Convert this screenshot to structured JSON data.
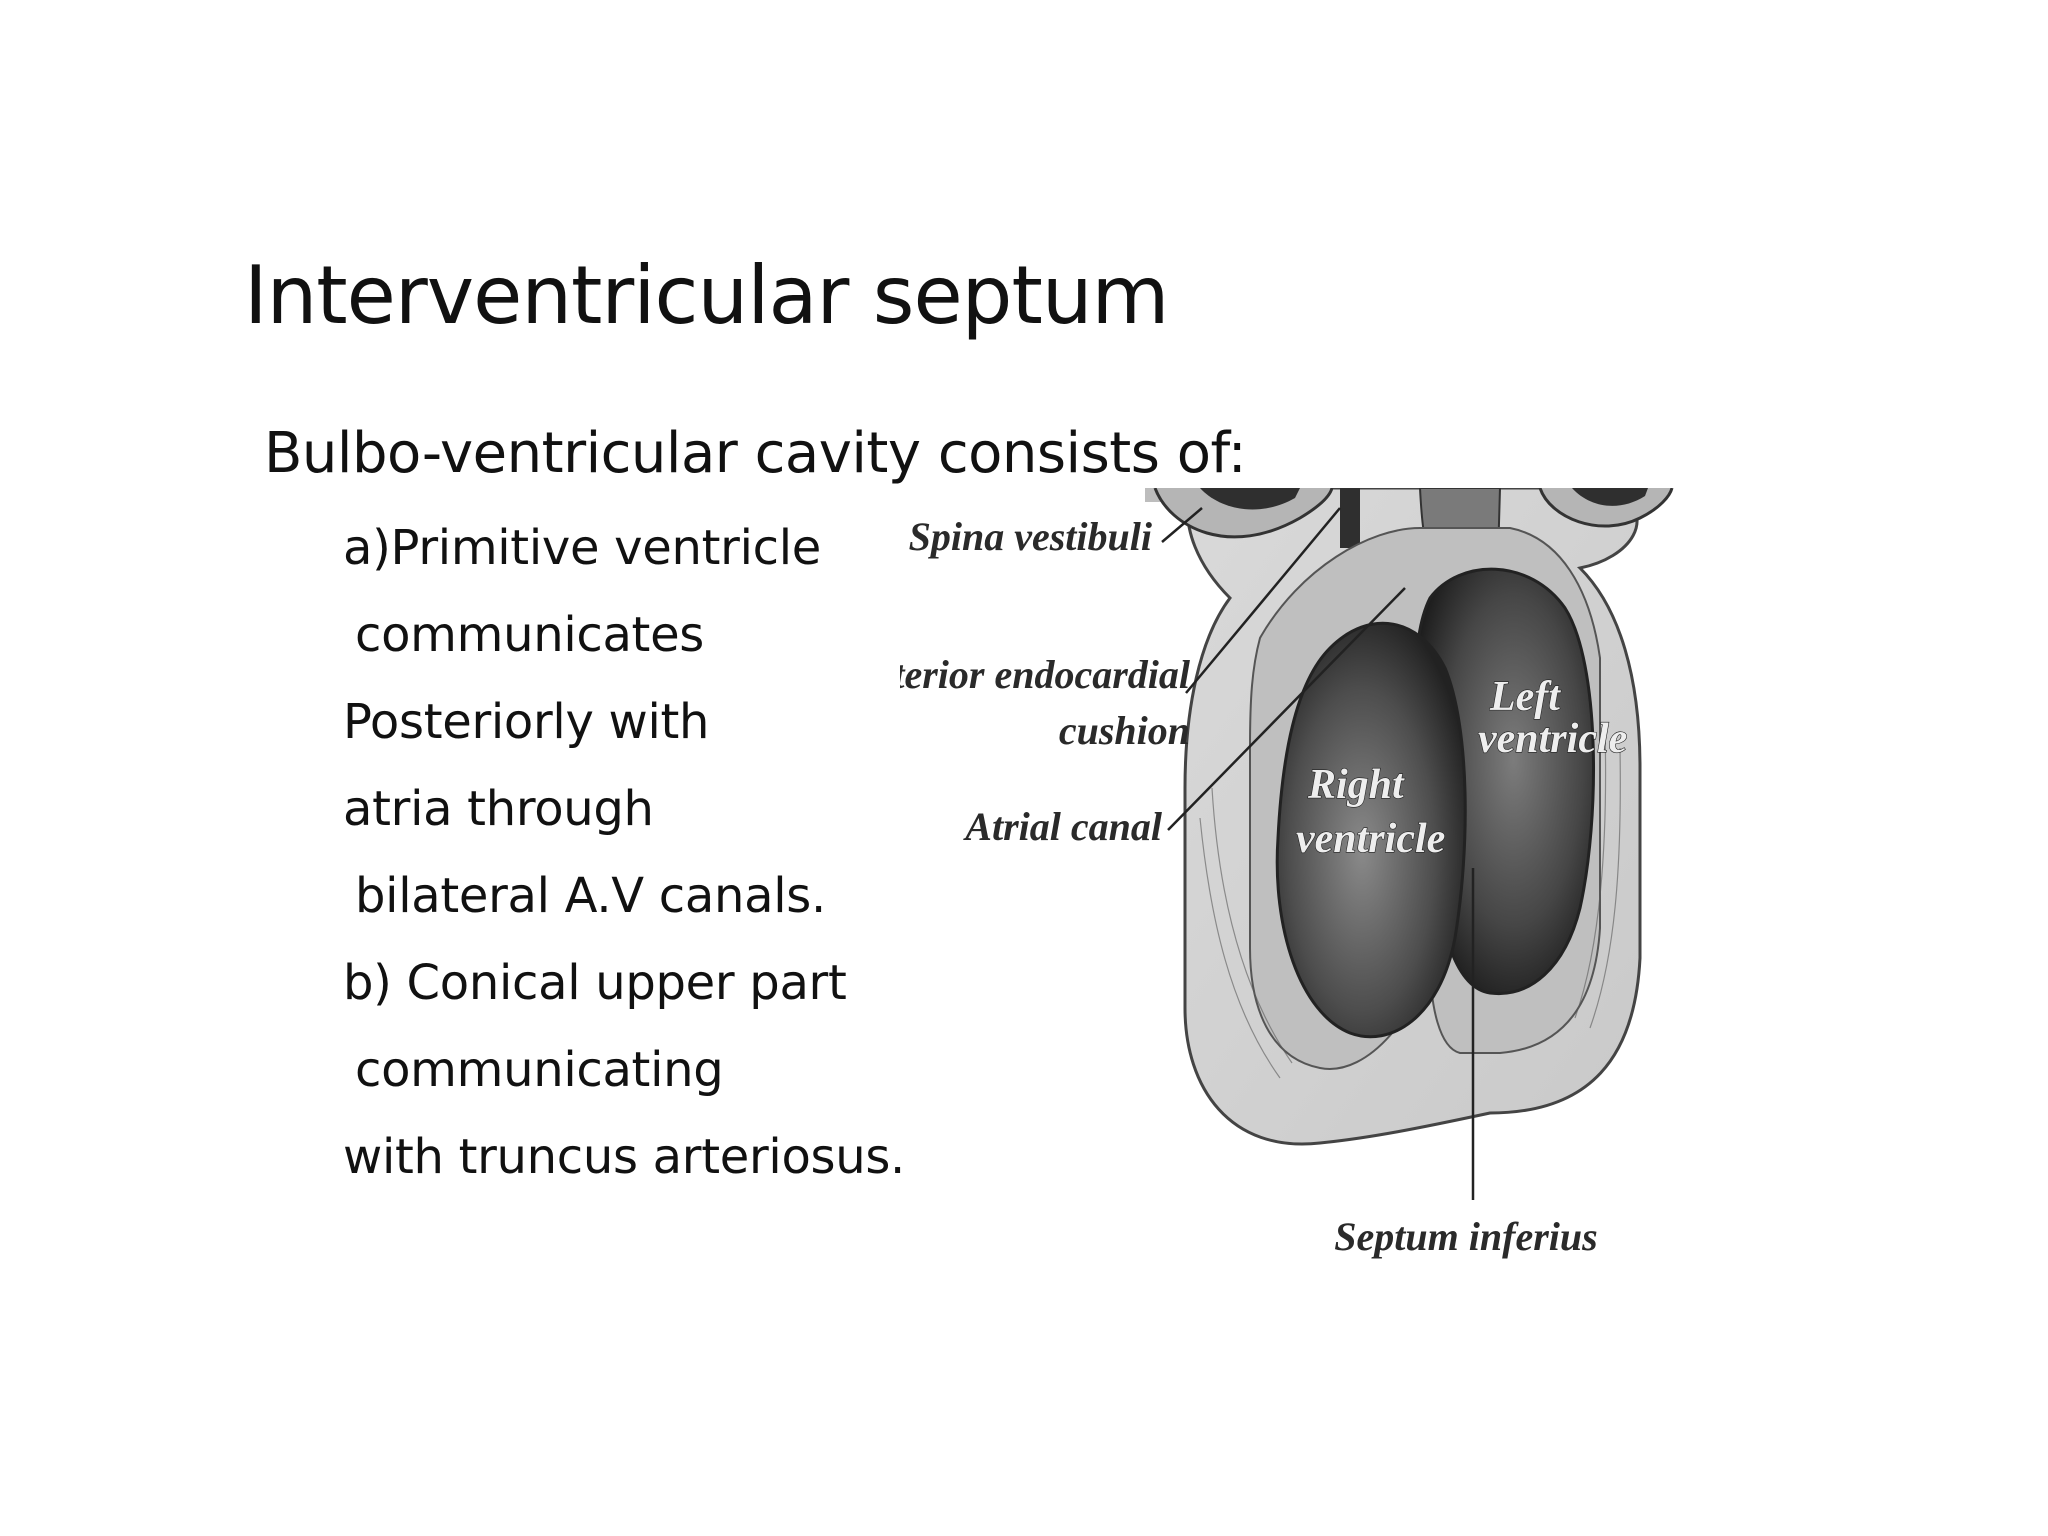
{
  "slide": {
    "title": "Interventricular septum",
    "subtitle": "Bulbo-ventricular cavity consists of:",
    "bullets": [
      "a)Primitive ventricle",
      "communicates",
      "Posteriorly with",
      "atria through",
      "bilateral A.V canals.",
      "b) Conical upper part",
      "communicating",
      "with truncus arteriosus."
    ]
  },
  "figure": {
    "labels": {
      "spina_vestibuli": "Spina vestibuli",
      "posterior_endocardial_line1": "Posterior endocardial",
      "posterior_endocardial_line2": "cushion",
      "atrial_canal": "Atrial canal",
      "left_ventricle_line1": "Left",
      "left_ventricle_line2": "ventricle",
      "right_ventricle_line1": "Right",
      "right_ventricle_line2": "ventricle",
      "septum_inferius": "Septum inferius"
    }
  }
}
